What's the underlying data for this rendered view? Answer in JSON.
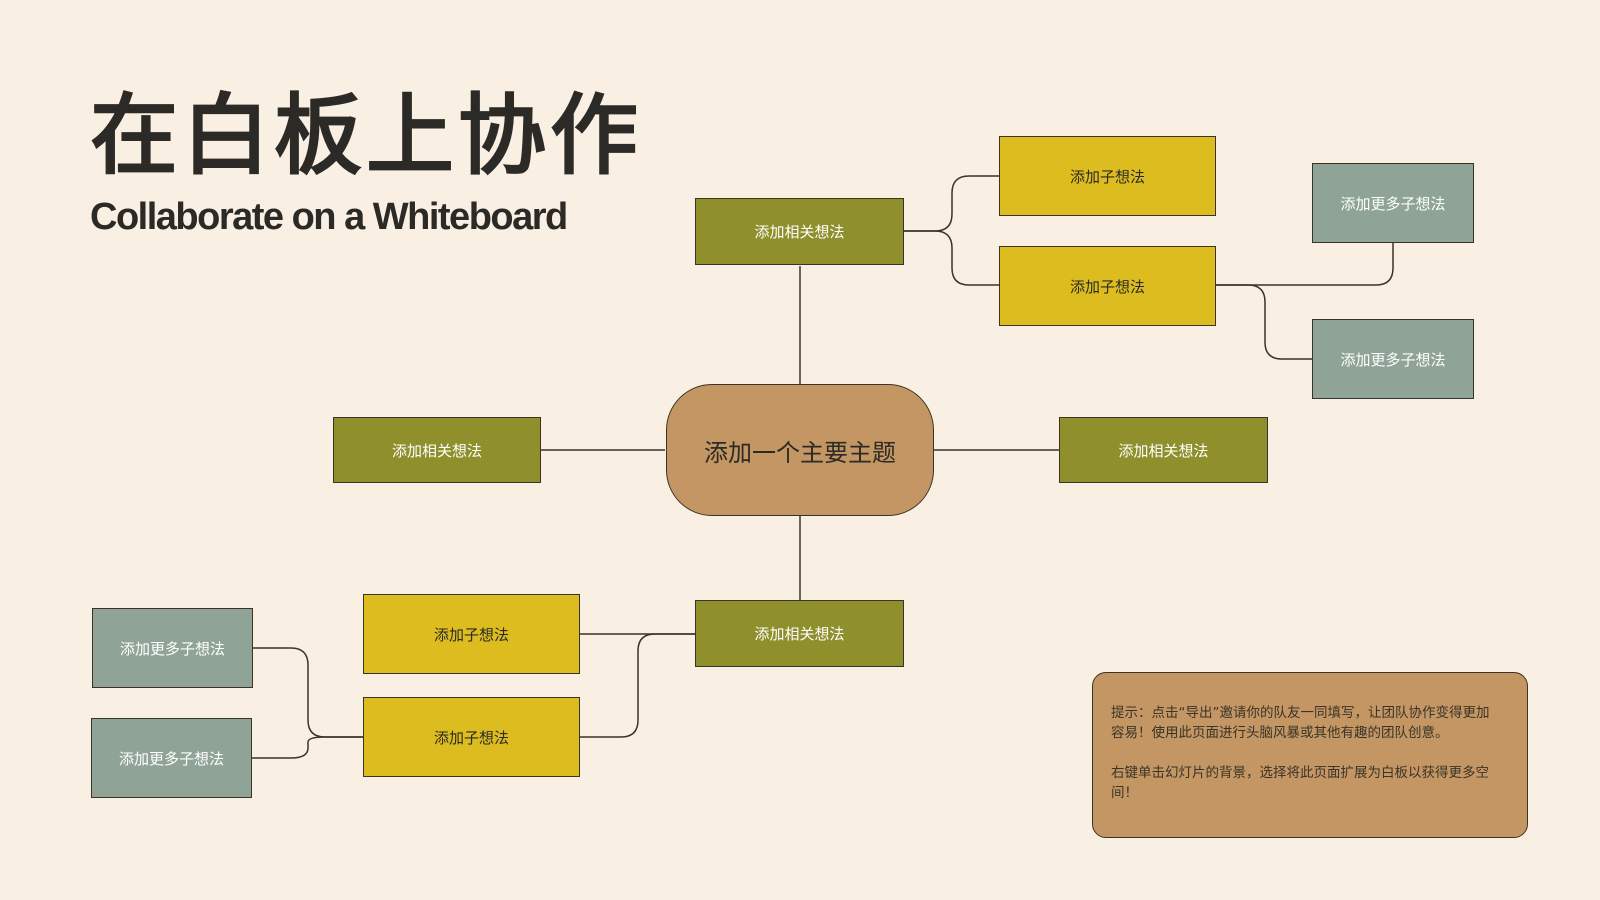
{
  "title": {
    "chinese": "在白板上协作",
    "english": "Collaborate on a Whiteboard"
  },
  "mind_map": {
    "main_topic": "添加一个主要主题",
    "related_idea_label": "添加相关想法",
    "sub_idea_label": "添加子想法",
    "more_sub_idea_label": "添加更多子想法"
  },
  "tip": {
    "paragraph_1": "提示：点击“导出”邀请你的队友一同填写，让团队协作变得更加容易！使用此页面进行头脑风暴或其他有趣的团队创意。",
    "paragraph_2": "右键单击幻灯片的背景，选择将此页面扩展为白板以获得更多空间！"
  },
  "colors": {
    "background": "#faefe3",
    "olive": "#8f8f2c",
    "yellow": "#dcbc1e",
    "sage": "#8fa496",
    "tan": "#c39663",
    "line": "#3a3428",
    "text": "#2b2a26"
  }
}
